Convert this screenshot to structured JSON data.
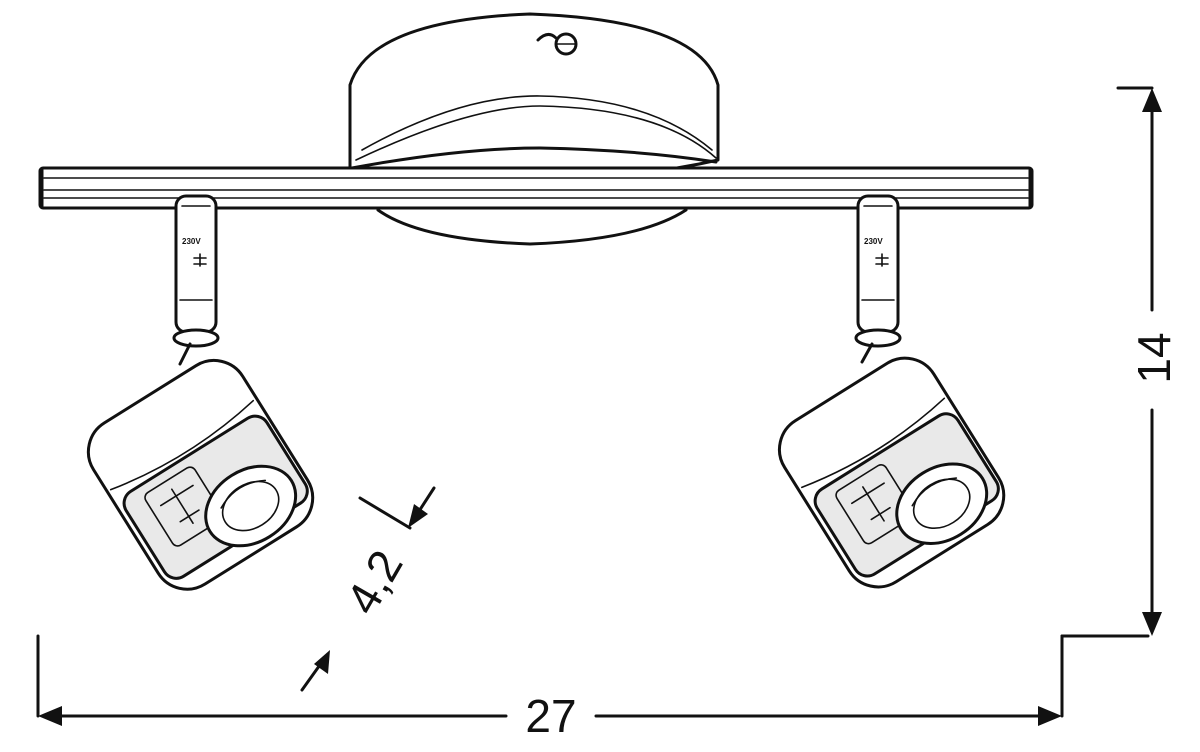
{
  "dimensions": {
    "width": "27",
    "height": "14",
    "shade_diameter": "4,2"
  },
  "socket_marking": "230V"
}
